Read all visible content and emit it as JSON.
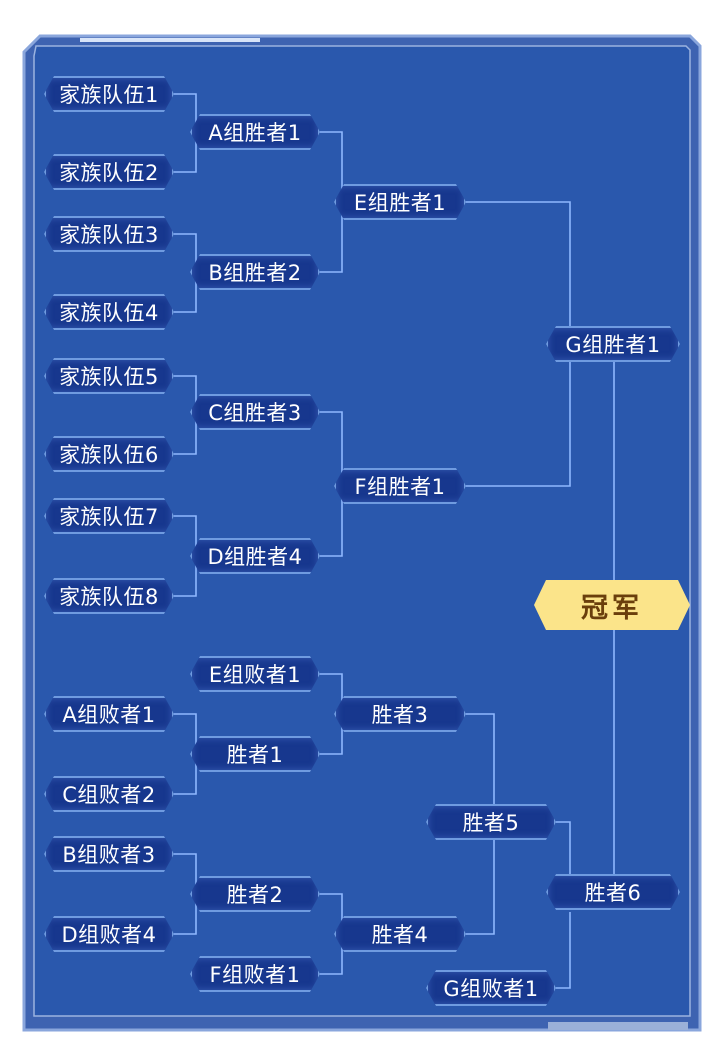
{
  "colors": {
    "panel_bg": "#2a58ad",
    "panel_border": "#8aa6dc",
    "node_fill": "#17378e",
    "node_border": "#6f9be0",
    "line": "#8fb8ff",
    "champion_fill": "#fbe48a",
    "champion_text": "#6a3f0c"
  },
  "winners": {
    "round1": [
      "家族队伍1",
      "家族队伍2",
      "家族队伍3",
      "家族队伍4",
      "家族队伍5",
      "家族队伍6",
      "家族队伍7",
      "家族队伍8"
    ],
    "round2": [
      "A组胜者1",
      "B组胜者2",
      "C组胜者3",
      "D组胜者4"
    ],
    "round3": [
      "E组胜者1",
      "F组胜者1"
    ],
    "final": "G组胜者1"
  },
  "losers": {
    "a_c": [
      "A组败者1",
      "C组败者2"
    ],
    "b_d": [
      "B组败者3",
      "D组败者4"
    ],
    "e_loser": "E组败者1",
    "f_loser": "F组败者1",
    "g_loser": "G组败者1",
    "w1": "胜者1",
    "w2": "胜者2",
    "w3": "胜者3",
    "w4": "胜者4",
    "w5": "胜者5",
    "w6": "胜者6"
  },
  "champion": "冠军"
}
